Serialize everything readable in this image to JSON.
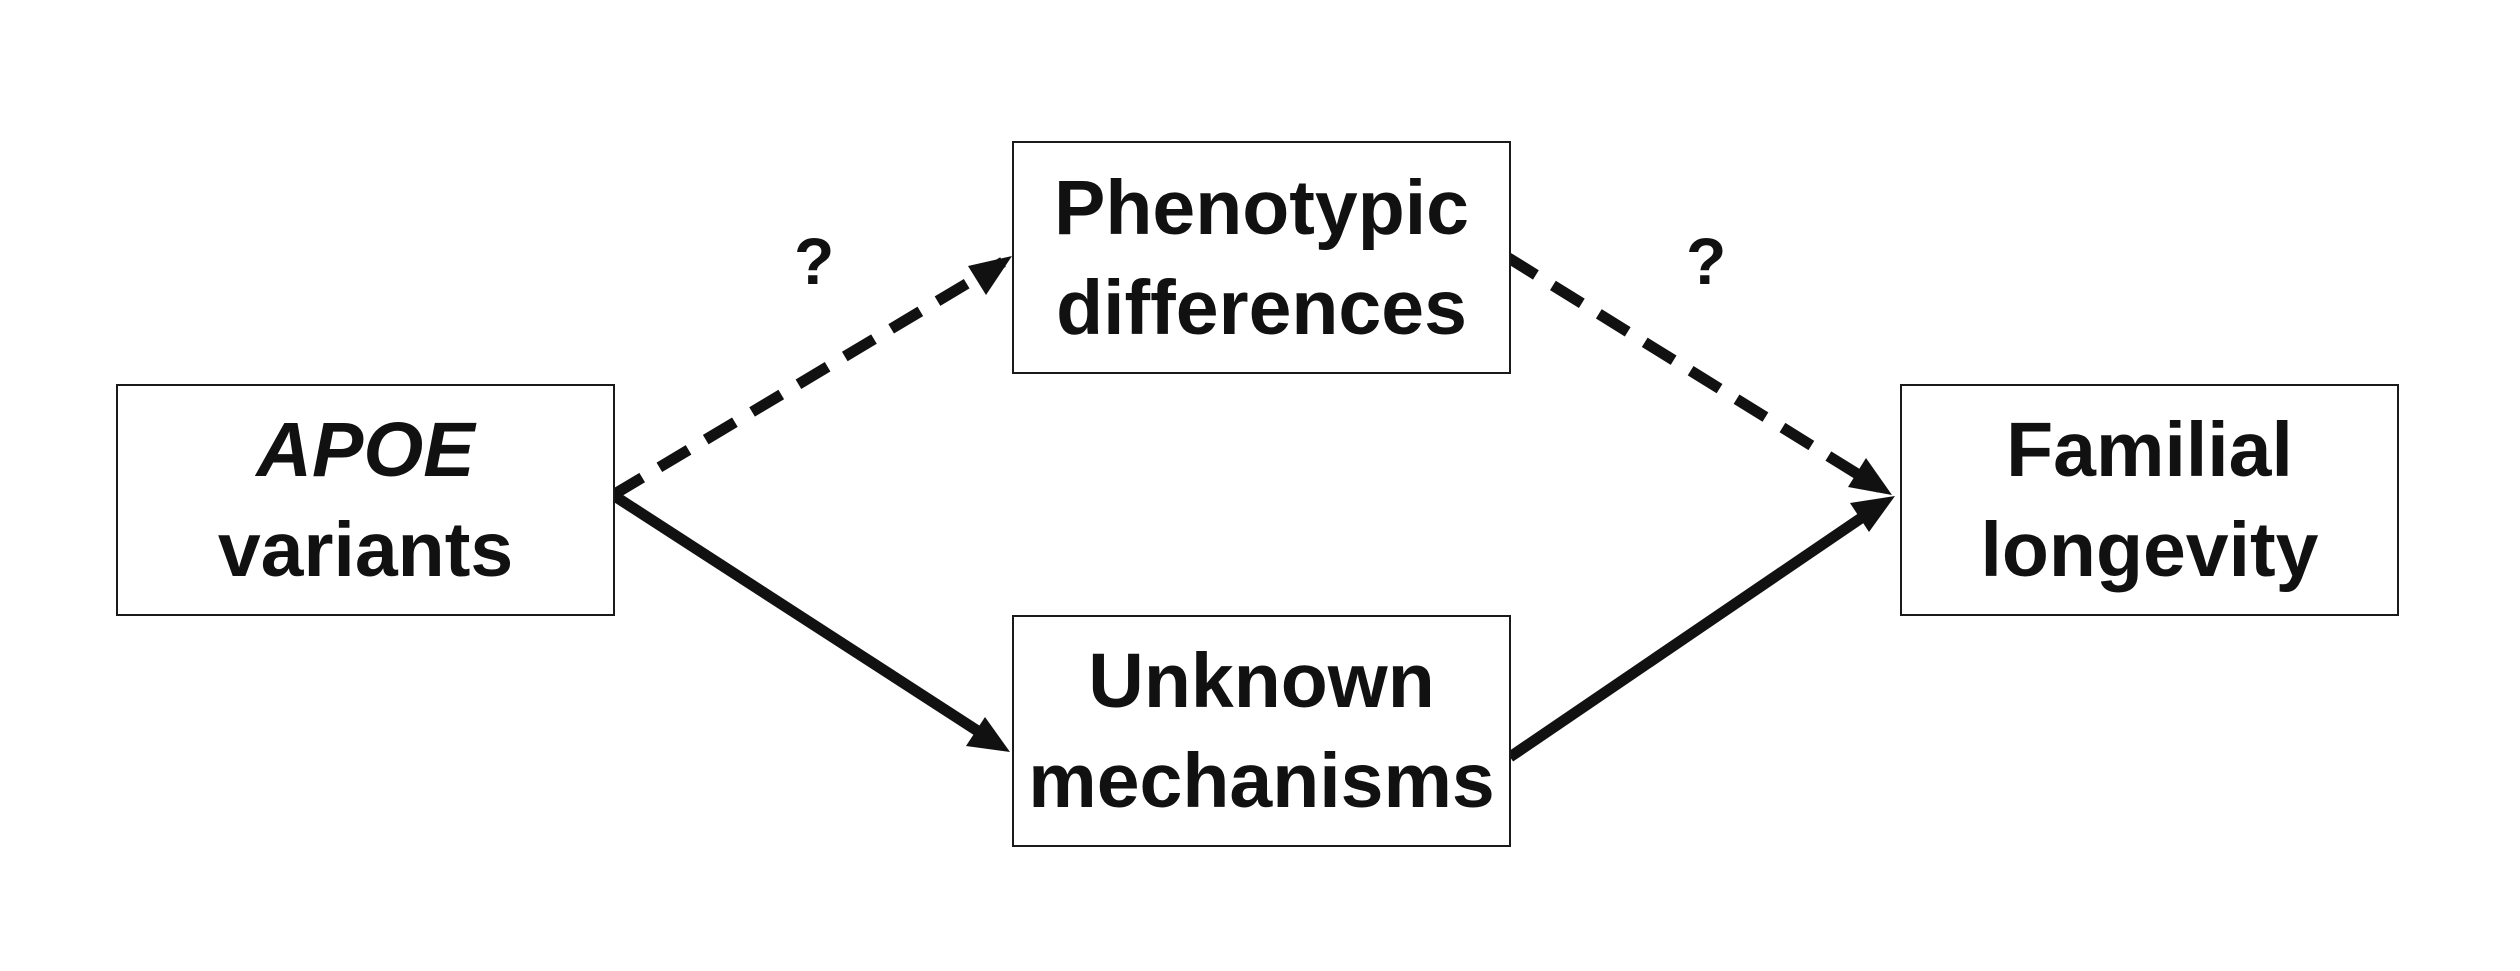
{
  "nodes": {
    "apoe": {
      "line1": "APOE",
      "line2": "variants"
    },
    "phenotypic": {
      "line1": "Phenotypic",
      "line2": "differences"
    },
    "unknown": {
      "line1": "Unknown",
      "line2": "mechanisms"
    },
    "longevity": {
      "line1": "Familial",
      "line2": "longevity"
    }
  },
  "edges": {
    "apoe_to_phenotypic": {
      "style": "dashed",
      "label": "?"
    },
    "phenotypic_to_longevity": {
      "style": "dashed",
      "label": "?"
    },
    "apoe_to_unknown": {
      "style": "solid"
    },
    "unknown_to_longevity": {
      "style": "solid"
    }
  },
  "colors": {
    "stroke": "#111111",
    "background": "#ffffff"
  }
}
